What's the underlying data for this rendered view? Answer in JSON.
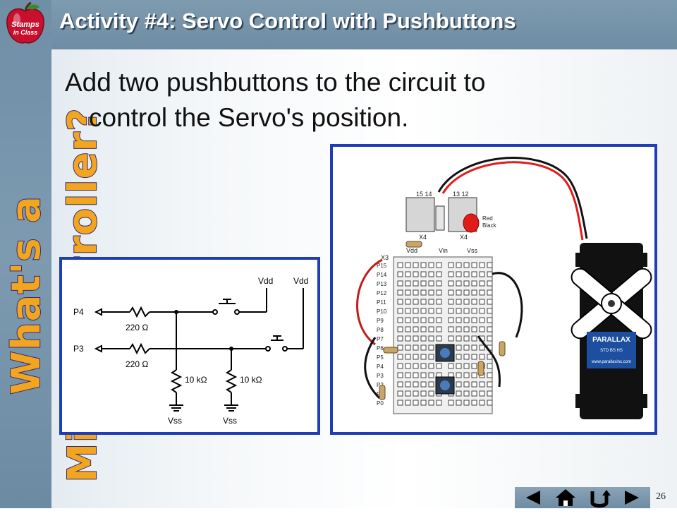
{
  "slide": {
    "title": "Activity #4:  Servo Control with Pushbuttons",
    "bullet_line1": "Add two pushbuttons to the circuit to",
    "bullet_line2": "control the Servo's position.",
    "page_number": "26"
  },
  "sidebar": {
    "vertical_title": "What's a Microcontroller?",
    "logo_text_1": "Stamps",
    "logo_text_2": "in Class"
  },
  "schematic": {
    "vdd1": "Vdd",
    "vdd2": "Vdd",
    "p4": "P4",
    "p3": "P3",
    "r1": "220 Ω",
    "r2": "220 Ω",
    "r3": "10 kΩ",
    "r4": "10 kΩ",
    "vss1": "Vss",
    "vss2": "Vss"
  },
  "breadboard": {
    "hdr_left": "15 14",
    "hdr_right": "13 12",
    "x4a": "X4",
    "x4b": "X4",
    "red": "Red",
    "black": "Black",
    "vdd": "Vdd",
    "vin": "Vin",
    "vss": "Vss",
    "x3": "X3",
    "pins": [
      "P15",
      "P14",
      "P13",
      "P12",
      "P11",
      "P10",
      "P9",
      "P8",
      "P7",
      "P6",
      "P5",
      "P4",
      "P3",
      "P2",
      "P1",
      "P0"
    ],
    "servo_brand": "PARALLAX",
    "servo_modes": "STD  BS  HS",
    "servo_url": "www.parallaxinc.com"
  },
  "nav": {
    "prev_icon": "triangle-left-icon",
    "home_icon": "home-icon",
    "return_icon": "return-icon",
    "next_icon": "triangle-right-icon"
  }
}
